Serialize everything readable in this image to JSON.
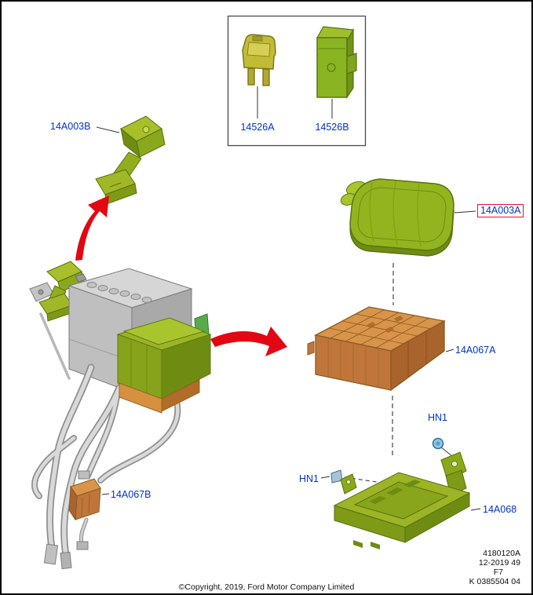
{
  "inset": {
    "fuse_a_label": "14526A",
    "fuse_b_label": "14526B"
  },
  "callouts": {
    "part_14a003b": "14A003B",
    "part_14a003a": "14A003A",
    "part_14a067a": "14A067A",
    "part_14a068": "14A068",
    "part_14a067b": "14A067B",
    "hn1_upper": "HN1",
    "hn1_lower": "HN1"
  },
  "footer": {
    "copyright": "©Copyright, 2019, Ford Motor Company Limited",
    "doc_lines": [
      "4180120A",
      "12-2019 49",
      "F7",
      "K 0385504 04"
    ]
  },
  "colors": {
    "callout_blue": "#0033cc",
    "highlight_red": "#e8112d",
    "arrow_red": "#e30613",
    "part_green": "#93b41e",
    "part_green_dark": "#6e8c12",
    "part_orange": "#d8944a",
    "part_orange_dark": "#a9632c",
    "battery_gray": "#c6c6c6",
    "nut_blue": "#8ec6e8"
  },
  "icons": {
    "hn1_nut": "hex-nut-icon",
    "hn1_clip": "retainer-clip-icon",
    "arrow_up": "curved-arrow-icon",
    "arrow_right": "curved-arrow-icon"
  }
}
